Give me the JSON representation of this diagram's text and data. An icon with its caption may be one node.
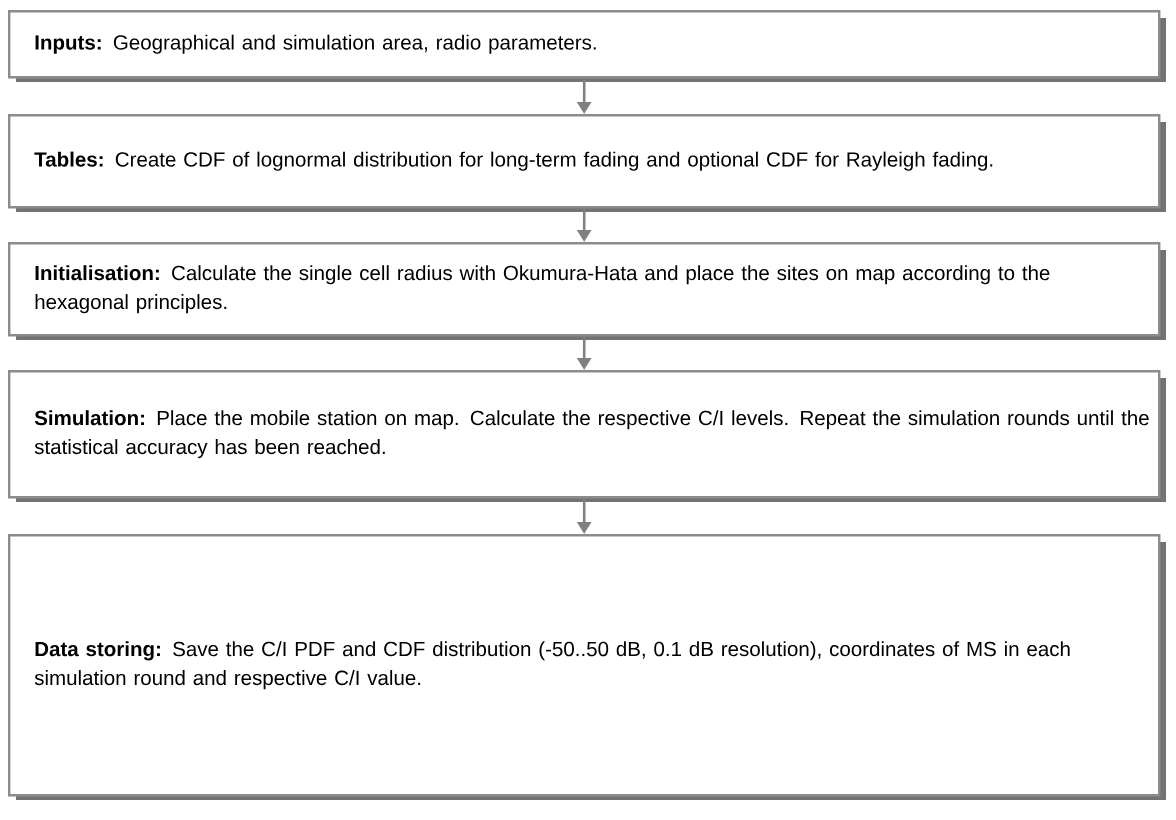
{
  "diagram": {
    "nodes": [
      {
        "text": [
          "**Inputs:** Geographical and simulation area, radio parameters."
        ]
      },
      {
        "text": [
          "**Tables:** Create CDF of lognormal distribution for long-term fading and optional CDF for Rayleigh fading."
        ]
      },
      {
        "text": [
          "**Initialisation:** Calculate the single cell radius with Okumura-Hata and place the sites on map according to the hexagonal principles."
        ]
      },
      {
        "text": [
          "**Simulation:** Place the mobile station on map. Calculate the respective C/I levels. Repeat the simulation rounds until the statistical accuracy has been reached."
        ]
      },
      {
        "text": [
          "**Data storing:** Save the C/I PDF and CDF distribution (-50..50 dB, 0.1 dB resolution), coordinates of MS in each simulation round and respective C/I value."
        ]
      }
    ],
    "edges": [
      {
        "from": 0,
        "to": 1,
        "arrow": "to"
      },
      {
        "from": 1,
        "to": 2,
        "arrow": "to"
      },
      {
        "from": 2,
        "to": 3,
        "arrow": "to"
      },
      {
        "from": 3,
        "to": 4,
        "arrow": "to"
      }
    ]
  }
}
